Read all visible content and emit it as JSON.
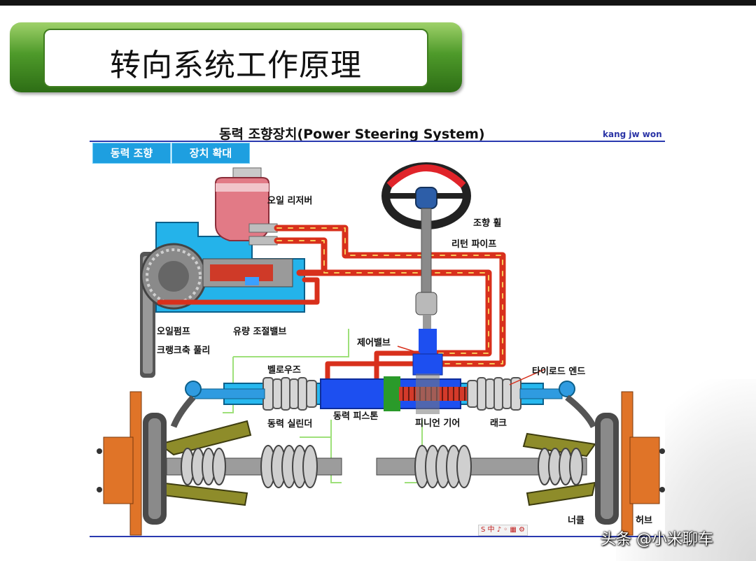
{
  "slide": {
    "title": "转向系统工作原理",
    "watermark": "头条 @小米聊车"
  },
  "diagram": {
    "title": "동력 조향장치(Power Steering System)",
    "author": "kang jw won",
    "tabs": [
      "동력 조향",
      "장치 확대"
    ],
    "toolbar_text": "S 中 ♪ ◦ ▦ ⚙",
    "labels": {
      "oil_reservoir": "오일 리저버",
      "steering_wheel": "조향 휠",
      "return_pipe": "리턴 파이프",
      "oil_pump": "오일펌프",
      "flow_control_valve": "유량 조절밸브",
      "crankshaft_pulley": "크랭크축 풀리",
      "control_valve": "제어밸브",
      "bellows": "벨로우즈",
      "tie_rod_end": "타이로드 엔드",
      "power_cylinder": "동력 실린더",
      "power_piston": "동력 피스톤",
      "pinion_gear": "피니언 기어",
      "rack": "래크",
      "knuckle": "너클",
      "hub": "허브"
    }
  },
  "colors": {
    "banner_green": "#4e9a2a",
    "tab_blue": "#1e9fe0",
    "pipe_red": "#d8301c",
    "oil_blue": "#24b3ea",
    "rule_blue": "#2a3ab0",
    "wheel_red": "#e0242a",
    "hub_orange": "#e07428",
    "arm_olive": "#8e8c2a"
  }
}
